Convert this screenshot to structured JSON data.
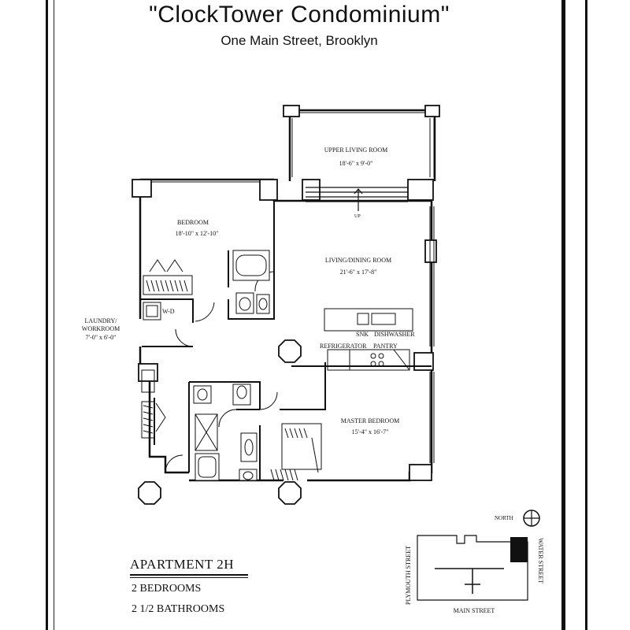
{
  "header": {
    "title": "\"ClockTower Condominium\"",
    "address": "One Main Street, Brooklyn"
  },
  "rooms": {
    "upper_living": {
      "name": "UPPER LIVING ROOM",
      "size": "18'-6\" x 9'-0\""
    },
    "bedroom": {
      "name": "BEDROOM",
      "size": "18'-10\" x 12'-10\""
    },
    "living_dining": {
      "name": "LIVING/DINING ROOM",
      "size": "21'-6\" x 17'-8\""
    },
    "laundry": {
      "name_line1": "LAUNDRY/",
      "name_line2": "WORKROOM",
      "size": "7'-0\" x 6'-0\""
    },
    "master_bedroom": {
      "name": "MASTER BEDROOM",
      "size": "15'-4\" x 16'-7\""
    }
  },
  "fixtures": {
    "wd": "W-D",
    "sink": "SNK",
    "dishwasher": "DISHWASHER",
    "refrigerator": "REFRIGERATOR",
    "pantry": "PANTRY",
    "stair_up": "UP"
  },
  "key_plan": {
    "north": "NORTH",
    "street_west": "PLYMOUTH STREET",
    "street_east": "WATER STREET",
    "street_south": "MAIN STREET"
  },
  "apartment": {
    "name": "APARTMENT 2H",
    "bedrooms": "2 BEDROOMS",
    "bathrooms": "2 1/2 BATHROOMS"
  }
}
